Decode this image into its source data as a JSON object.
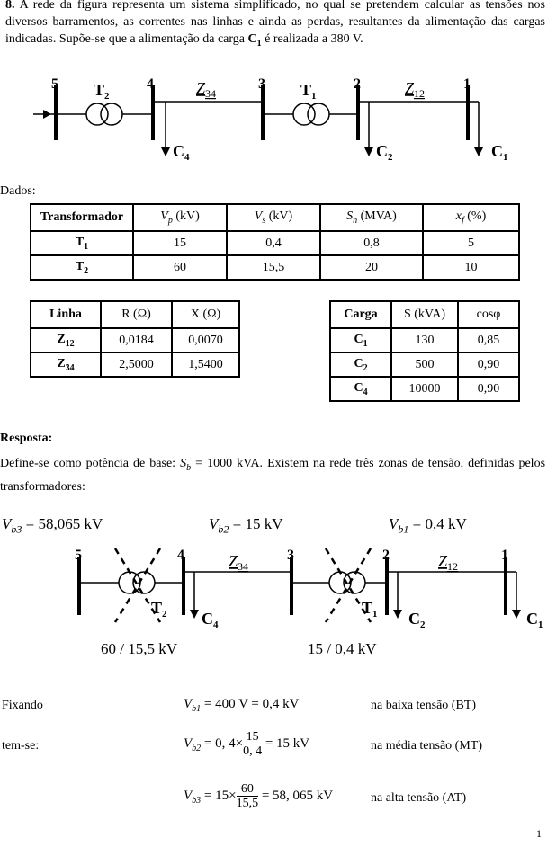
{
  "problem": {
    "number": "8.",
    "text1": "A rede da figura representa um sistema simplificado, no qual se pretendem calcular as tensões nos diversos barramentos, as correntes nas linhas e ainda as perdas, resultantes da alimentação das cargas indicadas. Supõe-se que a alimentação da carga ",
    "c1": "C",
    "c1sub": "1",
    "text2": " é realizada a 380 V."
  },
  "diagram1": {
    "buses": [
      "5",
      "4",
      "3",
      "2",
      "1"
    ],
    "t2": "T",
    "t2sub": "2",
    "t1": "T",
    "t1sub": "1",
    "z34": "Z",
    "z34sub": "34",
    "z12": "Z",
    "z12sub": "12",
    "c4": "C",
    "c4sub": "4",
    "c2": "C",
    "c2sub": "2",
    "c1": "C",
    "c1sub": "1"
  },
  "dados_label": "Dados:",
  "transformers": {
    "headers": [
      "Transformador",
      "V",
      "p",
      "(kV)",
      "V",
      "s",
      "(kV)",
      "S",
      "n",
      "(MVA)",
      "x",
      "f",
      "(%)"
    ],
    "rows": [
      {
        "name": "T",
        "sub": "1",
        "vp": "15",
        "vs": "0,4",
        "sn": "0,8",
        "xf": "5"
      },
      {
        "name": "T",
        "sub": "2",
        "vp": "60",
        "vs": "15,5",
        "sn": "20",
        "xf": "10"
      }
    ]
  },
  "lines": {
    "h_linha": "Linha",
    "h_r": "R (Ω)",
    "h_x": "X (Ω)",
    "rows": [
      {
        "name": "Z",
        "sub": "12",
        "r": "0,0184",
        "x": "0,0070"
      },
      {
        "name": "Z",
        "sub": "34",
        "r": "2,5000",
        "x": "1,5400"
      }
    ]
  },
  "loads": {
    "h_carga": "Carga",
    "h_s": "S (kVA)",
    "h_cos": "cosφ",
    "rows": [
      {
        "name": "C",
        "sub": "1",
        "s": "130",
        "cos": "0,85"
      },
      {
        "name": "C",
        "sub": "2",
        "s": "500",
        "cos": "0,90"
      },
      {
        "name": "C",
        "sub": "4",
        "s": "10000",
        "cos": "0,90"
      }
    ]
  },
  "answer": {
    "title": "Resposta:",
    "text_a": "Define-se como potência de base: ",
    "sb": "S",
    "sbsub": "b",
    "sbval": " = 1000 kVA",
    "text_b": ". Existem na rede três zonas de tensão, definidas pelos transformadores:"
  },
  "zones": {
    "vb3": "V",
    "vb3sub": "b3",
    "vb3val": " = 58,065 kV",
    "vb2": "V",
    "vb2sub": "b2",
    "vb2val": " = 15 kV",
    "vb1": "V",
    "vb1sub": "b1",
    "vb1val": " = 0,4 kV"
  },
  "diagram2": {
    "ratio_t2": "60 / 15,5 kV",
    "ratio_t1": "15 / 0,4 kV"
  },
  "fix": {
    "fixando": "Fixando",
    "temse": "tem-se:",
    "l1_v": "V",
    "l1_sub": "b1",
    "l1_eq": " = 400 V = 0,4 kV",
    "l1_note": "na baixa tensão (BT)",
    "l2_v": "V",
    "l2_sub": "b2",
    "l2_pre": " = 0, 4×",
    "l2_num": "15",
    "l2_den": "0, 4",
    "l2_post": " = 15 kV",
    "l2_note": "na média tensão (MT)",
    "l3_v": "V",
    "l3_sub": "b3",
    "l3_pre": " = 15×",
    "l3_num": "60",
    "l3_den": "15,5",
    "l3_post": " = 58, 065 kV",
    "l3_note": "na alta tensão (AT)"
  },
  "page_number": "1"
}
